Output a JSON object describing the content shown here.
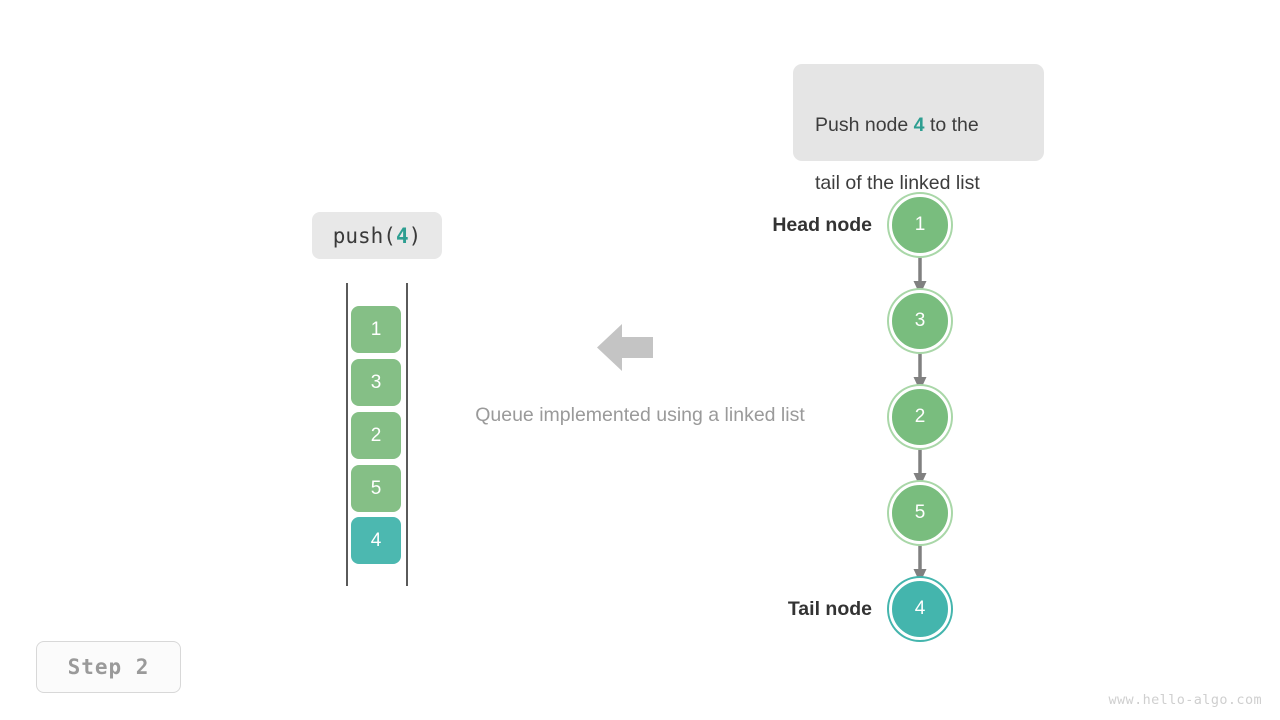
{
  "caption": {
    "line1_prefix": "Push node ",
    "accent": "4",
    "line1_suffix": " to the",
    "line2": "tail of the linked list",
    "bg_color": "#e5e5e5",
    "accent_color": "#2d9e91"
  },
  "operation_label": {
    "prefix": "push(",
    "accent": "4",
    "suffix": ")"
  },
  "queue": {
    "cells": [
      {
        "value": "1",
        "color": "green"
      },
      {
        "value": "3",
        "color": "green"
      },
      {
        "value": "2",
        "color": "green"
      },
      {
        "value": "5",
        "color": "green"
      },
      {
        "value": "4",
        "color": "teal"
      }
    ],
    "green_color": "#85bf86",
    "teal_color": "#4cb8b0"
  },
  "center": {
    "caption": "Queue implemented using a linked list",
    "arrow_direction": "left",
    "arrow_color": "#c4c4c4",
    "caption_color": "#9a9a9a"
  },
  "linked_list": {
    "head_label": "Head node",
    "tail_label": "Tail node",
    "nodes": [
      {
        "value": "1",
        "color": "green"
      },
      {
        "value": "3",
        "color": "green"
      },
      {
        "value": "2",
        "color": "green"
      },
      {
        "value": "5",
        "color": "green"
      },
      {
        "value": "4",
        "color": "teal"
      }
    ],
    "node_green": "#79bd7e",
    "node_teal": "#44b5ad",
    "arrow_color": "#808080"
  },
  "step_badge": {
    "label": "Step 2"
  },
  "watermark": {
    "text": "www.hello-algo.com"
  }
}
